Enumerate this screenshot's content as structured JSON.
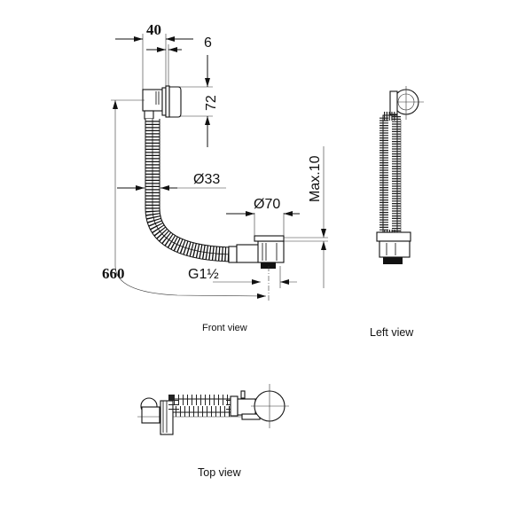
{
  "dimensions": {
    "valve_depth": "40",
    "flange": "6",
    "valve_height": "72",
    "hose_diameter": "Ø33",
    "waste_diameter": "Ø70",
    "max_thickness": "Max.10",
    "thread": "G1½",
    "length": "660"
  },
  "views": {
    "front": "Front view",
    "left": "Left view",
    "top": "Top view"
  }
}
